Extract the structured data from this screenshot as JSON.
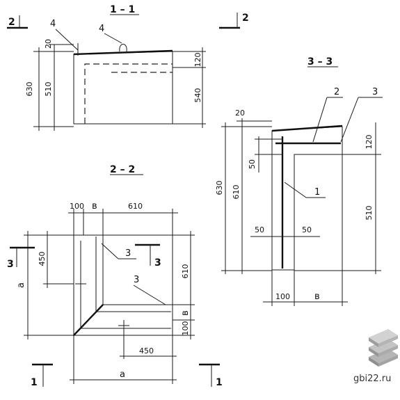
{
  "drawing": {
    "section_1": {
      "title": "1 – 1",
      "cut_marker_left": "2",
      "cut_marker_right": "2",
      "callout_1": "4",
      "callout_2": "4",
      "dims": {
        "top_offset": "20",
        "total_height": "630",
        "wall_height": "510",
        "top_band": "120",
        "right_height": "540"
      }
    },
    "section_2": {
      "title": "2 – 2",
      "dim_100": "100",
      "dim_b": "в",
      "dim_610_top": "610",
      "dim_450_left": "450",
      "dim_a_left": "а",
      "dim_610_right": "610",
      "dim_b_right": "в",
      "dim_100_right": "100",
      "dim_450_bottom": "450",
      "dim_a_bottom": "а",
      "callout_3a": "3",
      "callout_3b": "3",
      "cut_3_left": "3",
      "cut_3_right": "3",
      "cut_1_left": "1",
      "cut_1_right": "1"
    },
    "section_3": {
      "title": "3 – 3",
      "callout_2": "2",
      "callout_3": "3",
      "callout_1": "1",
      "dims": {
        "top_20": "20",
        "total_630": "630",
        "height_610": "610",
        "dim_50_top": "50",
        "dim_120": "120",
        "dim_510": "510",
        "dim_50_left": "50",
        "dim_50_right": "50",
        "dim_100": "100",
        "dim_b": "в"
      }
    },
    "watermark": "gbi22.ru"
  }
}
